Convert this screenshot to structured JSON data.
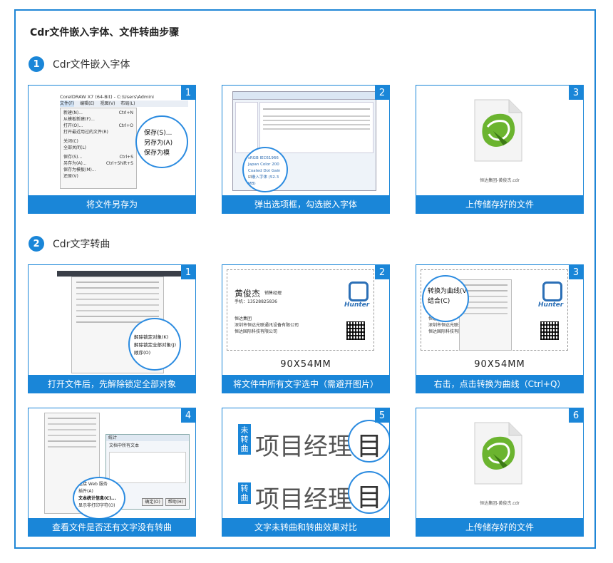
{
  "title": "Cdr文件嵌入字体、文件转曲步骤",
  "sections": [
    {
      "num": "1",
      "title": "Cdr文件嵌入字体"
    },
    {
      "num": "2",
      "title": "Cdr文字转曲"
    }
  ],
  "cards": {
    "s1c1": {
      "num": "1",
      "caption": "将文件另存为",
      "window_title": "CorelDRAW X7 (64-Bit) - C:\\Users\\Admini",
      "menubar": [
        "文件(F)",
        "编辑(E)",
        "视图(V)",
        "布局(L)"
      ],
      "menu": [
        {
          "label": "新建(N)...",
          "key": "Ctrl+N"
        },
        {
          "label": "从模板新建(F)...",
          "key": ""
        },
        {
          "label": "打开(O)...",
          "key": "Ctrl+O"
        },
        {
          "label": "打开最近用过的文件(R)",
          "key": ""
        },
        {
          "label": "关闭(C)",
          "key": ""
        },
        {
          "label": "全部关闭(L)",
          "key": ""
        },
        {
          "label": "保存(S)...",
          "key": "Ctrl+S"
        },
        {
          "label": "另存为(A)...",
          "key": "Ctrl+Shift+S"
        },
        {
          "label": "保存为模板(M)...",
          "key": ""
        },
        {
          "label": "还原(V)",
          "key": ""
        }
      ],
      "zoom": [
        "保存(S)...",
        "另存为(A)",
        "保存为模"
      ]
    },
    "s1c2": {
      "num": "2",
      "caption": "弹出选项框，勾选嵌入字体",
      "zoom": [
        "sRGB IEC61966",
        "Japan Color 200",
        "Coated Dot Gain",
        "嵌入字体 (52.3 MB)"
      ]
    },
    "s1c3": {
      "num": "3",
      "caption": "上传储存好的文件",
      "file": "恒达集团-黄俊杰.cdr"
    },
    "s2c1": {
      "num": "1",
      "caption": "打开文件后，先解除锁定全部对象",
      "zoom": [
        "解除锁定对象(K)",
        "解除锁定全部对象(J)",
        "顺序(O)"
      ]
    },
    "s2c2": {
      "num": "2",
      "caption": "将文件中所有文字选中（需避开图片）",
      "name": "黄俊杰",
      "name_title": "销售经理",
      "phone": "手机：13528825836",
      "company": [
        "恒达集团",
        "深圳市恒达光联通讯设备有限公司",
        "恒达国际科技有限公司"
      ],
      "brand": "Hunter",
      "dim": "90X54MM"
    },
    "s2c3": {
      "num": "3",
      "caption": "右击，点击转换为曲线（Ctrl+Q）",
      "zoom": [
        "转换为曲线(V)",
        "结合(C)"
      ],
      "company": [
        "恒达集团",
        "深圳市恒达光联通讯设备有限公司",
        "恒达国际科技有限公司"
      ],
      "brand": "Hunter",
      "dim": "90X54MM"
    },
    "s2c4": {
      "num": "4",
      "caption": "查看文件是否还有文字没有转曲",
      "dialog_title": "统计",
      "dialog_sub": "文档中所有文本",
      "zoom": [
        "连接 Web 服务",
        "插件(A)",
        "文本统计信息(C)...",
        "显示非打印字符(O)"
      ],
      "buttons": [
        "确定(O)",
        "帮助(H)"
      ]
    },
    "s2c5": {
      "num": "5",
      "caption": "文字未转曲和转曲效果对比",
      "tag1": "未转曲",
      "tag2": "转曲",
      "sample": "项目经理",
      "zoom": "目"
    },
    "s2c6": {
      "num": "6",
      "caption": "上传储存好的文件",
      "file": "恒达集团-黄俊杰.cdr"
    }
  },
  "colors": {
    "accent": "#1a86d8",
    "border": "#1f86d6",
    "cdr_green": "#6bb42f"
  }
}
